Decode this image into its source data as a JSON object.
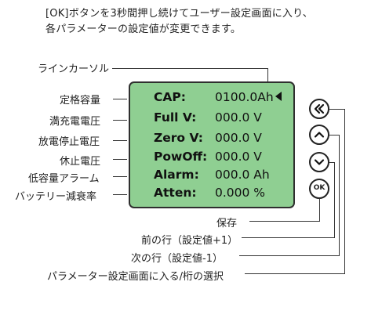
{
  "intro": {
    "line1": "[OK]ボタンを3秒間押し続けてユーザー設定画面に入り、",
    "line2": "各パラメーターの設定値が変更できます。"
  },
  "callouts": {
    "line_cursor": "ラインカーソル",
    "rated_capacity": "定格容量",
    "full_voltage": "満充電電圧",
    "zero_voltage": "放電停止電圧",
    "pause_voltage": "休止電圧",
    "low_capacity_alarm": "低容量アラーム",
    "battery_attenuation": "バッテリー減衰率"
  },
  "lcd": {
    "rows": [
      {
        "key": "CAP:",
        "value": "0100.0Ah"
      },
      {
        "key": "Full V:",
        "value": "000.0 V"
      },
      {
        "key": "Zero V:",
        "value": "000.0 V"
      },
      {
        "key": "PowOff:",
        "value": "000.0 V"
      },
      {
        "key": "Alarm:",
        "value": "000.0 Ah"
      },
      {
        "key": "Atten:",
        "value": "0.000 %"
      }
    ]
  },
  "buttons": {
    "ok_label": "OK"
  },
  "button_legend": {
    "save": "保存",
    "prev_line": "前の行（設定値+1）",
    "next_line": "次の行（設定値-1）",
    "enter_settings": "パラメーター設定画面に入る/桁の選択"
  },
  "icons": [
    "double-chevron-left-icon",
    "chevron-up-icon",
    "chevron-down-icon",
    "ok-icon",
    "cursor-triangle-icon"
  ]
}
